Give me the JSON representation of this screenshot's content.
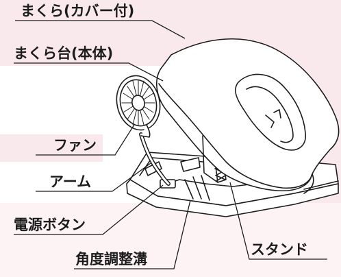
{
  "labels": {
    "pillow_cover": "まくら(カバー付)",
    "pillow_base": "まくら台(本体)",
    "fan": "ファン",
    "arm": "アーム",
    "power_button": "電源ボタン",
    "angle_groove": "角度調整溝",
    "stand": "スタンド"
  },
  "colors": {
    "background": "#ffffff",
    "accent_band": "#f9e9ed",
    "line": "#1c1c1c"
  }
}
